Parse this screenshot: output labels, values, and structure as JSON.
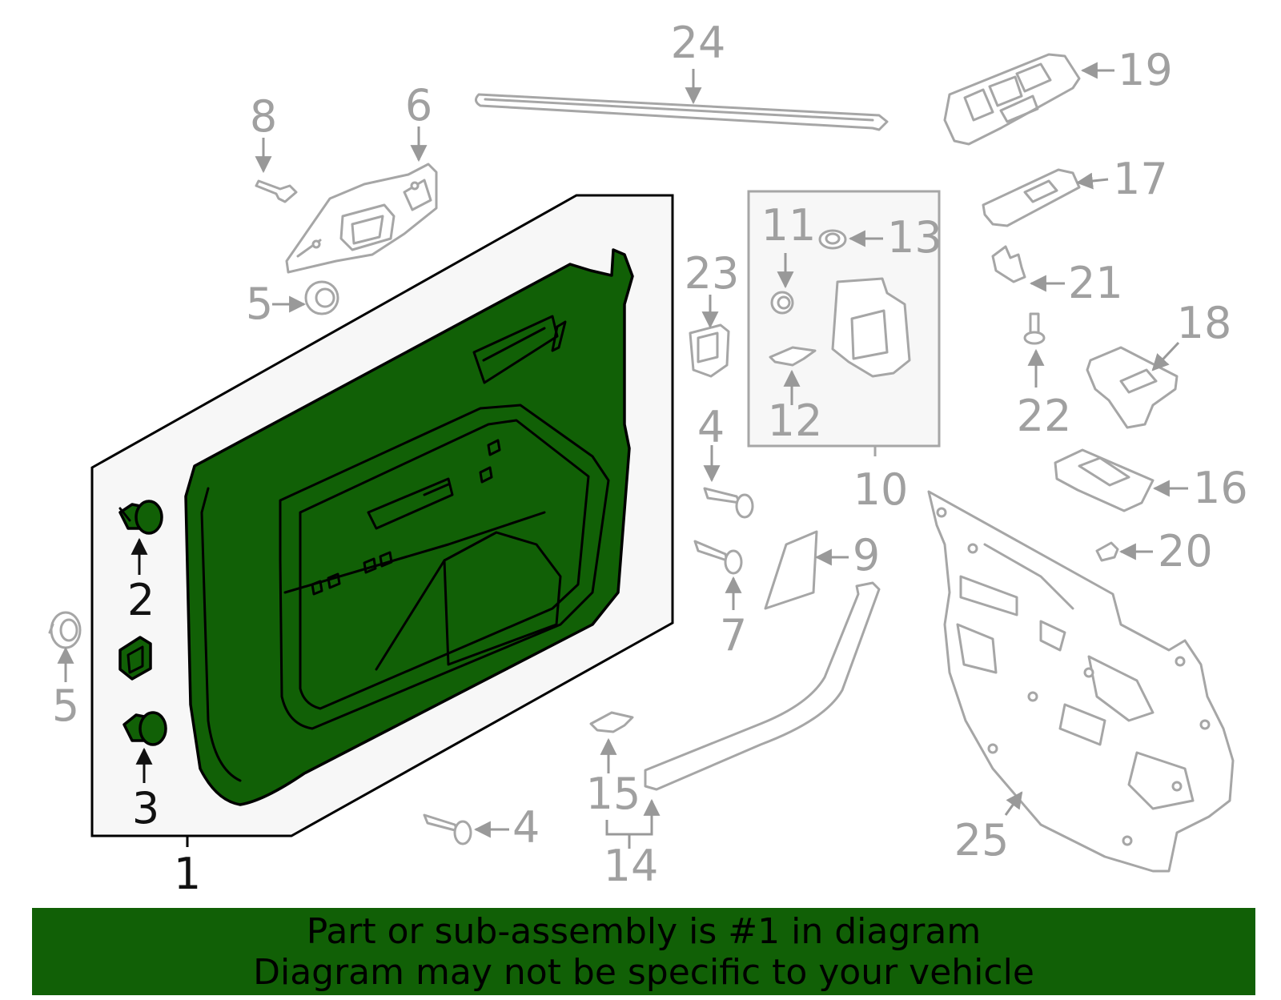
{
  "callouts": {
    "c1": "1",
    "c2": "2",
    "c3": "3",
    "c4a": "4",
    "c4b": "4",
    "c5a": "5",
    "c5b": "5",
    "c6": "6",
    "c7": "7",
    "c8": "8",
    "c9": "9",
    "c10": "10",
    "c11": "11",
    "c12": "12",
    "c13": "13",
    "c14": "14",
    "c15": "15",
    "c16": "16",
    "c17": "17",
    "c18": "18",
    "c19": "19",
    "c20": "20",
    "c21": "21",
    "c22": "22",
    "c23": "23",
    "c24": "24",
    "c25": "25"
  },
  "banner": {
    "line1": "Part or sub-assembly is #1 in diagram",
    "line2": "Diagram may not be specific to your vehicle"
  },
  "colors": {
    "highlight": "#116006",
    "inactive_part": "#a6a6a6",
    "background": "#ffffff"
  }
}
